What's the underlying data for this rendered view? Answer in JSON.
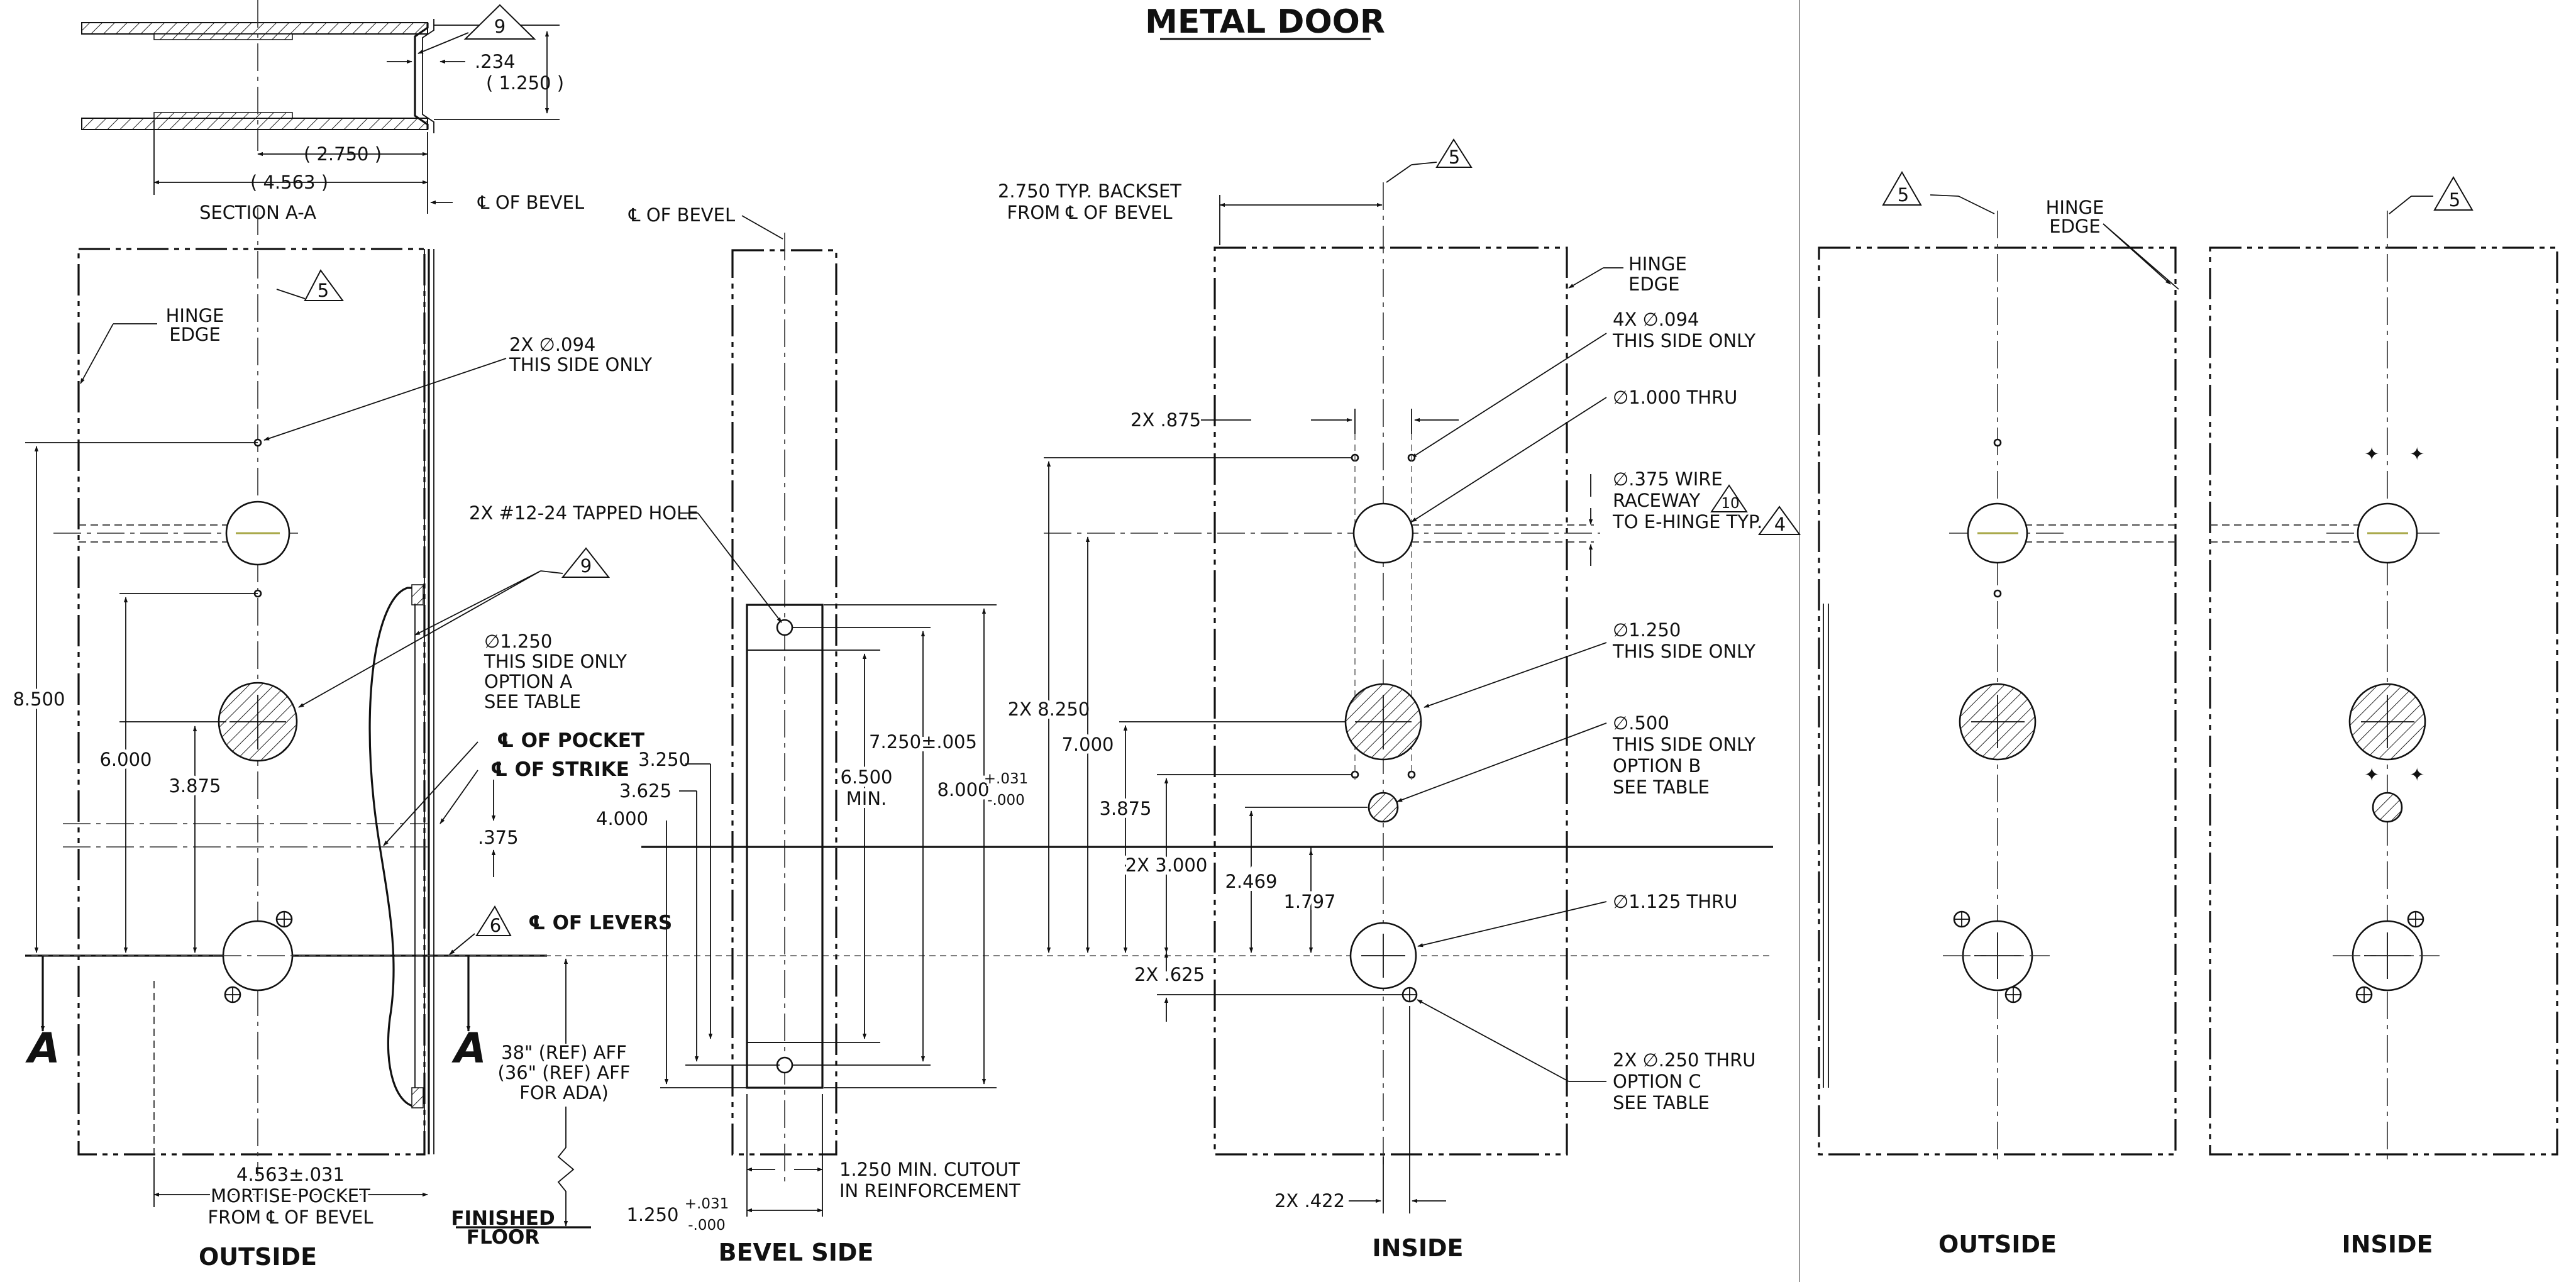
{
  "title": "METAL DOOR",
  "views": {
    "section_a_a": "SECTION A-A",
    "outside": "OUTSIDE",
    "bevel_side": "BEVEL SIDE",
    "inside": "INSIDE",
    "outside_right": "OUTSIDE",
    "inside_right": "INSIDE"
  },
  "section": {
    "dim_234": ".234",
    "dim_1250": "( 1.250 )",
    "dim_2750": "( 2.750 )",
    "dim_4563": "( 4.563 )",
    "cl_bevel": "℄ OF BEVEL",
    "callout": "9"
  },
  "outside_view": {
    "hinge_edge_1": "HINGE",
    "hinge_edge_2": "EDGE",
    "callout_5": "5",
    "hole_note_1": "2X ∅.094",
    "hole_note_2": "THIS SIDE ONLY",
    "dim_8500": "8.500",
    "dim_6000": "6.000",
    "dim_3875": "3.875",
    "opt_a_1": "∅1.250",
    "opt_a_2": "THIS SIDE ONLY",
    "opt_a_3": "OPTION A",
    "opt_a_4": "SEE TABLE",
    "callout_9": "9",
    "cl_pocket": "℄ OF POCKET",
    "cl_strike": "℄ OF STRIKE",
    "dim_375": ".375",
    "callout_6": "6",
    "cl_levers": "℄ OF LEVERS",
    "height_1": "38\" (REF) AFF",
    "height_2": "(36\" (REF) AFF",
    "height_3": "FOR ADA)",
    "finished_1": "FINISHED",
    "finished_2": "FLOOR",
    "mortise_1": "4.563±.031",
    "mortise_2": "MORTISE POCKET",
    "mortise_3": "FROM ℄ OF BEVEL",
    "section_letter_left": "A",
    "section_letter_right": "A"
  },
  "bevel_view": {
    "cl_bevel": "℄ OF BEVEL",
    "tapped_hole": "2X #12-24 TAPPED HOLE",
    "dim_3250": "3.250",
    "dim_3625": "3.625",
    "dim_4000": "4.000",
    "dim_6500_1": "6.500",
    "dim_6500_2": "MIN.",
    "dim_7250": "7.250±.005",
    "dim_8000": "8.000",
    "dim_8000_tol_plus": "+.031",
    "dim_8000_tol_minus": "-.000",
    "cutout_1": "1.250 MIN. CUTOUT",
    "cutout_2": "IN REINFORCEMENT",
    "dim_1250": "1.250",
    "dim_1250_tol_plus": "+.031",
    "dim_1250_tol_minus": "-.000"
  },
  "inside_view": {
    "backset_1": "2.750 TYP. BACKSET",
    "backset_2": "FROM ℄ OF BEVEL",
    "callout_5": "5",
    "hinge_edge_1": "HINGE",
    "hinge_edge_2": "EDGE",
    "note_094_1": "4X ∅.094",
    "note_094_2": "THIS SIDE ONLY",
    "note_1000": "∅1.000 THRU",
    "dim_875": "2X .875",
    "wire_1": "∅.375 WIRE",
    "wire_2": "RACEWAY",
    "wire_3": "TO E-HINGE TYP.",
    "callout_10": "10",
    "callout_4": "4",
    "note_1250_1": "∅1.250",
    "note_1250_2": "THIS SIDE ONLY",
    "note_500_1": "∅.500",
    "note_500_2": "THIS SIDE ONLY",
    "note_500_3": "OPTION B",
    "note_500_4": "SEE TABLE",
    "dim_8250": "2X 8.250",
    "dim_7000": "7.000",
    "dim_3875": "3.875",
    "dim_3000": "2X 3.000",
    "dim_2469": "2.469",
    "dim_1797": "1.797",
    "note_1125": "∅1.125 THRU",
    "dim_625": "2X .625",
    "note_250_1": "2X ∅.250 THRU",
    "note_250_2": "OPTION C",
    "note_250_3": "SEE TABLE",
    "dim_422": "2X .422"
  },
  "right_views": {
    "callout_5_left": "5",
    "callout_5_right": "5",
    "hinge_edge_1": "HINGE",
    "hinge_edge_2": "EDGE"
  }
}
